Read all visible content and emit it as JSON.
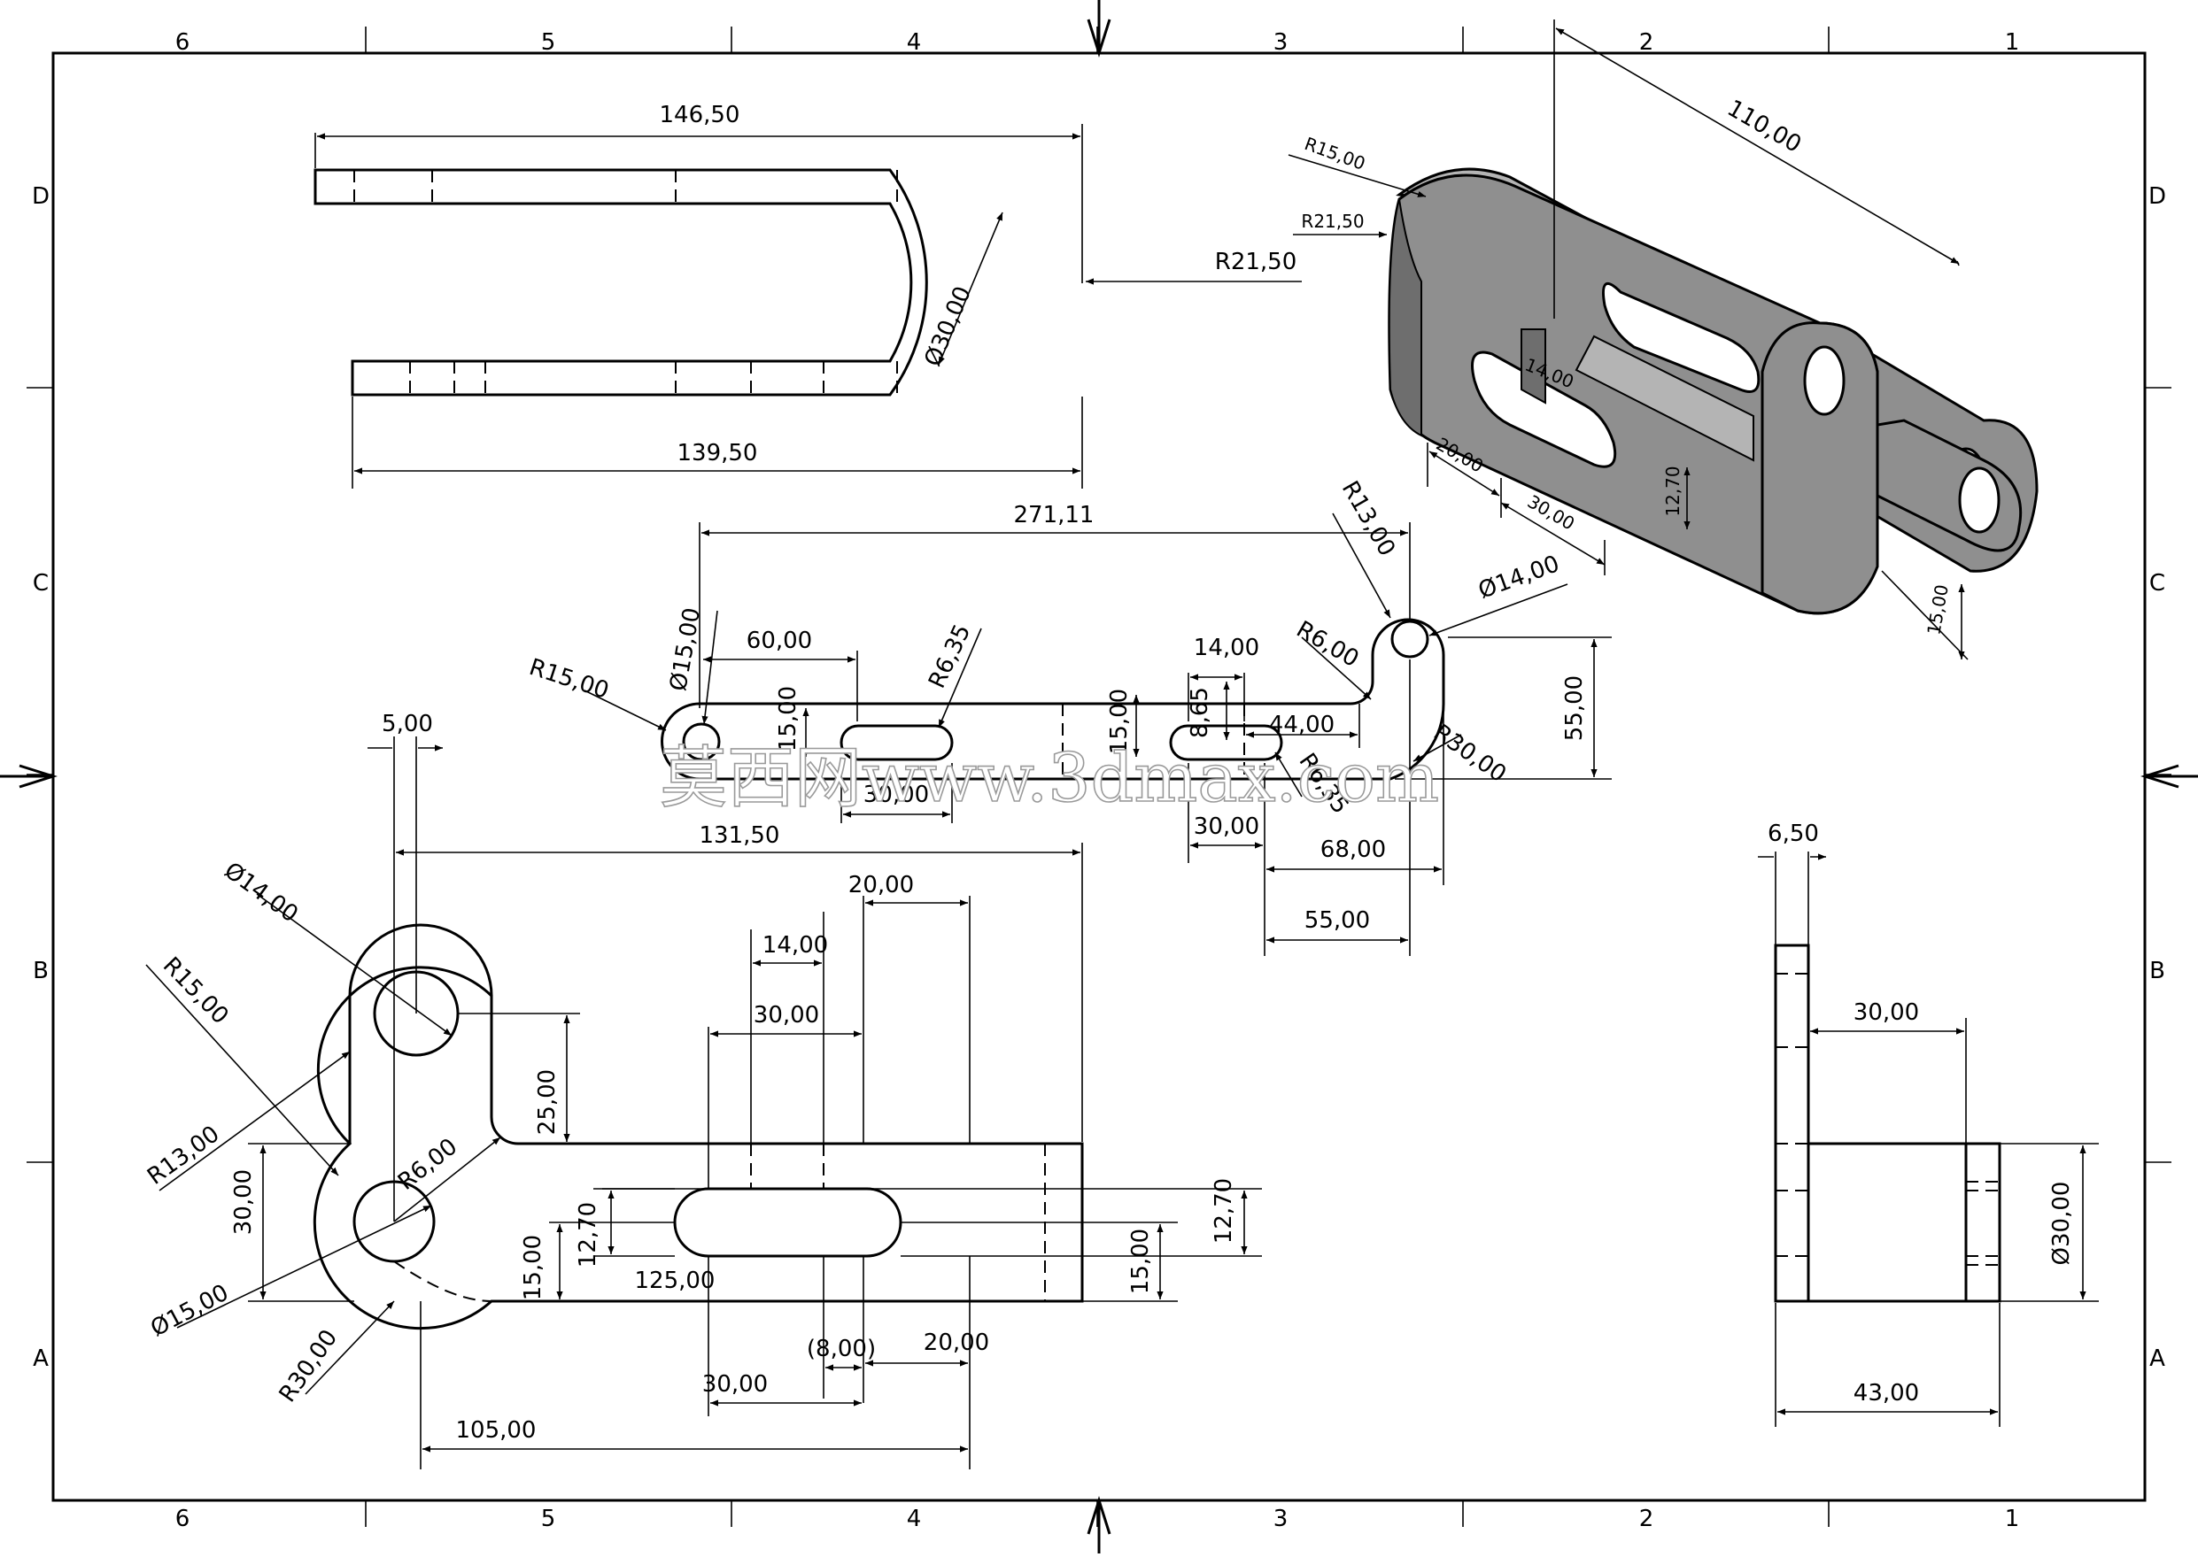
{
  "zones": {
    "columns": [
      "6",
      "5",
      "4",
      "3",
      "2",
      "1"
    ],
    "rows": [
      "D",
      "C",
      "B",
      "A"
    ]
  },
  "watermark": "莫西网www.3dmax.com",
  "top_view": {
    "dims": [
      "146,50",
      "139,50",
      "Ø30,00",
      "R21,50"
    ]
  },
  "iso_view": {
    "dims": [
      "110,00",
      "R15,00",
      "R21,50",
      "14,00",
      "20,00",
      "30,00",
      "12,70",
      "15,00"
    ]
  },
  "flat_pattern": {
    "dims": [
      "271,11",
      "R13,00",
      "Ø14,00",
      "Ø15,00",
      "60,00",
      "R6,35",
      "R15,00",
      "15,00",
      "30,00",
      "131,50",
      "14,00",
      "8,65",
      "15,00",
      "44,00",
      "R6,00",
      "R30,00",
      "R6,35",
      "55,00",
      "30,00",
      "68,00",
      "55,00"
    ]
  },
  "front_view": {
    "dims": [
      "5,00",
      "Ø14,00",
      "R15,00",
      "R13,00",
      "20,00",
      "14,00",
      "30,00",
      "25,00",
      "30,00",
      "R6,00",
      "12,70",
      "15,00",
      "12,70",
      "15,00",
      "125,00",
      "Ø15,00",
      "R30,00",
      "(8,00)",
      "20,00",
      "30,00",
      "105,00"
    ]
  },
  "side_view": {
    "dims": [
      "6,50",
      "30,00",
      "Ø30,00",
      "43,00"
    ]
  },
  "colors": {
    "line": "#000000",
    "solid_face": "#8f8f8f",
    "solid_top": "#b4b4b4",
    "solid_side": "#6e6e6e",
    "background": "#ffffff"
  }
}
